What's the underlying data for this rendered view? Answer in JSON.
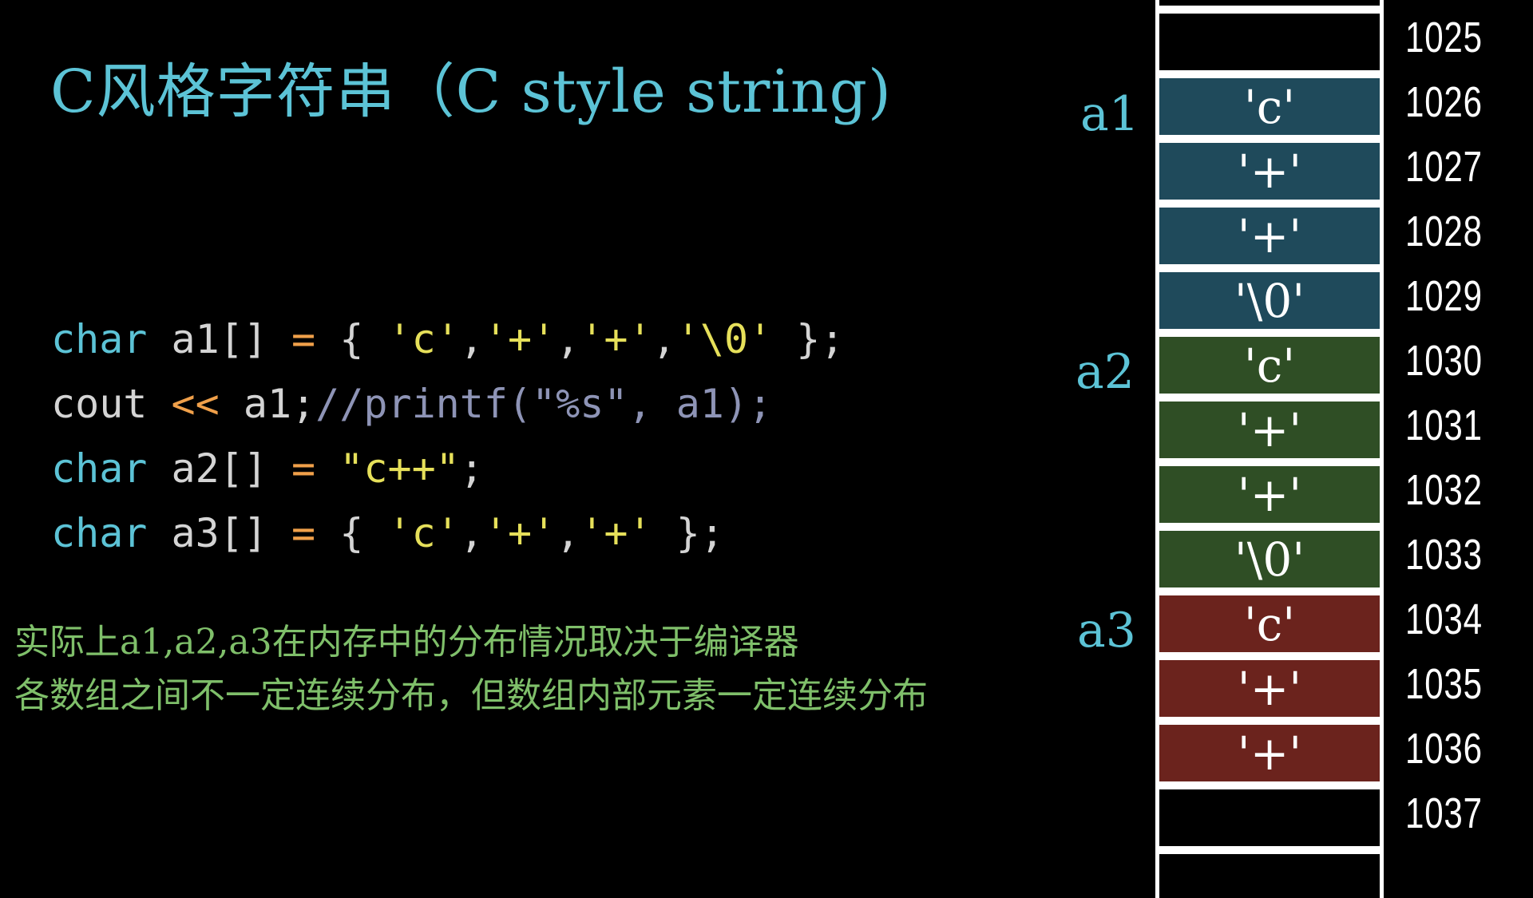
{
  "title": "C风格字符串（C style string)",
  "code": {
    "lines": [
      [
        {
          "t": "char",
          "c": "kw"
        },
        {
          "t": " a1[] ",
          "c": ""
        },
        {
          "t": "=",
          "c": "op"
        },
        {
          "t": " { ",
          "c": ""
        },
        {
          "t": "'c'",
          "c": "str"
        },
        {
          "t": ",",
          "c": ""
        },
        {
          "t": "'+'",
          "c": "str"
        },
        {
          "t": ",",
          "c": ""
        },
        {
          "t": "'+'",
          "c": "str"
        },
        {
          "t": ",",
          "c": ""
        },
        {
          "t": "'\\0'",
          "c": "str"
        },
        {
          "t": " };",
          "c": ""
        }
      ],
      [
        {
          "t": "cout ",
          "c": ""
        },
        {
          "t": "<<",
          "c": "op"
        },
        {
          "t": " a1;",
          "c": ""
        },
        {
          "t": "//printf(\"%s\", a1);",
          "c": "cm"
        }
      ],
      [
        {
          "t": "char",
          "c": "kw"
        },
        {
          "t": " a2[] ",
          "c": ""
        },
        {
          "t": "=",
          "c": "op"
        },
        {
          "t": " ",
          "c": ""
        },
        {
          "t": "\"c++\"",
          "c": "str"
        },
        {
          "t": ";",
          "c": ""
        }
      ],
      [
        {
          "t": "char",
          "c": "kw"
        },
        {
          "t": " a3[] ",
          "c": ""
        },
        {
          "t": "=",
          "c": "op"
        },
        {
          "t": " { ",
          "c": ""
        },
        {
          "t": "'c'",
          "c": "str"
        },
        {
          "t": ",",
          "c": ""
        },
        {
          "t": "'+'",
          "c": "str"
        },
        {
          "t": ",",
          "c": ""
        },
        {
          "t": "'+'",
          "c": "str"
        },
        {
          "t": " };",
          "c": ""
        }
      ]
    ]
  },
  "notes": {
    "line1": "实际上a1,a2,a3在内存中的分布情况取决于编译器",
    "line2": "各数组之间不一定连续分布，但数组内部元素一定连续分布"
  },
  "labels": {
    "a1": "a1",
    "a2": "a2",
    "a3": "a3"
  },
  "colors": {
    "a1": "#1f4a5b",
    "a2": "#2f4e25",
    "a3": "#6b231d",
    "empty": "#000000"
  },
  "memory": [
    {
      "addr": "1025",
      "value": "",
      "group": "empty"
    },
    {
      "addr": "1026",
      "value": "'c'",
      "group": "a1"
    },
    {
      "addr": "1027",
      "value": "'+'",
      "group": "a1"
    },
    {
      "addr": "1028",
      "value": "'+'",
      "group": "a1"
    },
    {
      "addr": "1029",
      "value": "'\\0'",
      "group": "a1"
    },
    {
      "addr": "1030",
      "value": "'c'",
      "group": "a2"
    },
    {
      "addr": "1031",
      "value": "'+'",
      "group": "a2"
    },
    {
      "addr": "1032",
      "value": "'+'",
      "group": "a2"
    },
    {
      "addr": "1033",
      "value": "'\\0'",
      "group": "a2"
    },
    {
      "addr": "1034",
      "value": "'c'",
      "group": "a3"
    },
    {
      "addr": "1035",
      "value": "'+'",
      "group": "a3"
    },
    {
      "addr": "1036",
      "value": "'+'",
      "group": "a3"
    },
    {
      "addr": "1037",
      "value": "",
      "group": "empty"
    }
  ]
}
